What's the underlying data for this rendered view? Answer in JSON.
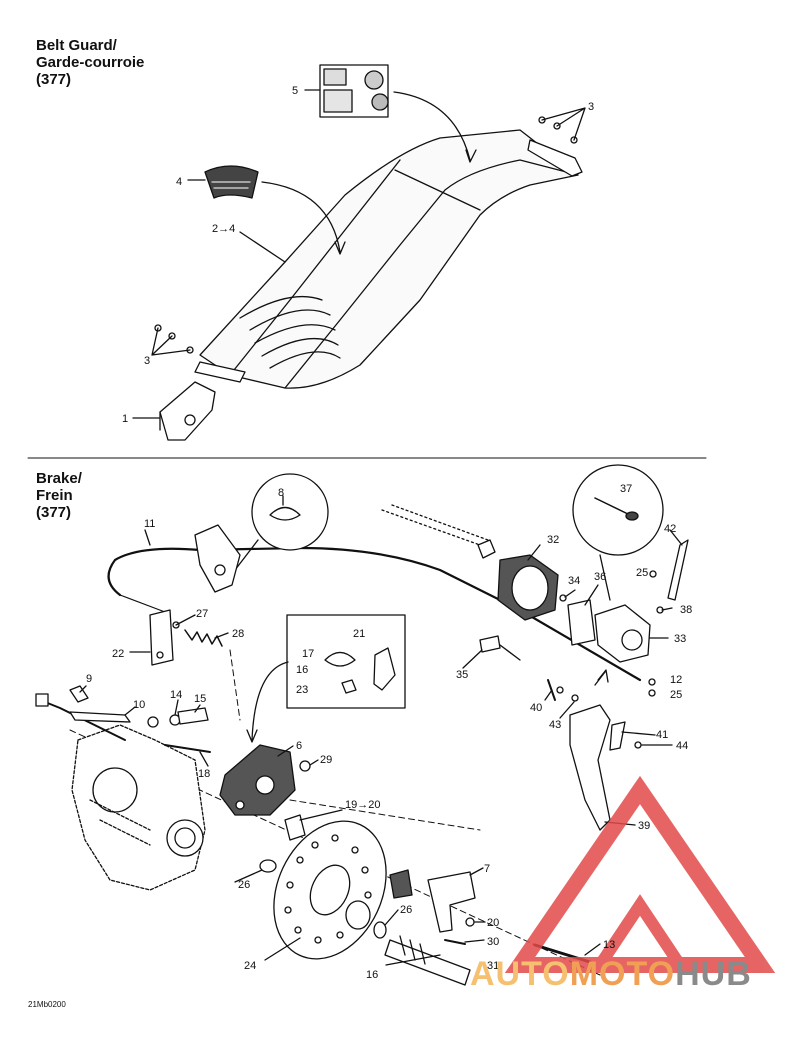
{
  "sections": {
    "belt_guard": {
      "line1": "Belt Guard/",
      "line2": "Garde-courroie",
      "line3": "(377)"
    },
    "brake": {
      "line1": "Brake/",
      "line2": "Frein",
      "line3": "(377)"
    }
  },
  "callouts": {
    "c1": "1",
    "c2": "2→4",
    "c3a": "3",
    "c3b": "3",
    "c4": "4",
    "c5": "5",
    "c6": "6",
    "c7": "7",
    "c8": "8",
    "c9": "9",
    "c10": "10",
    "c11": "11",
    "c12": "12",
    "c13": "13",
    "c14": "14",
    "c15": "15",
    "c16a": "16",
    "c16b": "16",
    "c17": "17",
    "c18": "18",
    "c19": "19→20",
    "c20": "20",
    "c21": "21",
    "c22": "22",
    "c23": "23",
    "c24": "24",
    "c25a": "25",
    "c25b": "25",
    "c26a": "26",
    "c26b": "26",
    "c27": "27",
    "c28": "28",
    "c29": "29",
    "c30": "30",
    "c31": "31",
    "c32": "32",
    "c33": "33",
    "c34": "34",
    "c35": "35",
    "c36": "36",
    "c37": "37",
    "c38": "38",
    "c39": "39",
    "c40": "40",
    "c41": "41",
    "c42": "42",
    "c43": "43",
    "c44": "44"
  },
  "drawing_code": "21Mb0200",
  "watermark": {
    "part1": "AUTO",
    "part2": "MOTO",
    "part3": "HUB",
    "color_a": "#f5c070",
    "color_b": "#f0a055",
    "color_c": "#8a8a8a",
    "triangle_color": "#e24a4a"
  }
}
